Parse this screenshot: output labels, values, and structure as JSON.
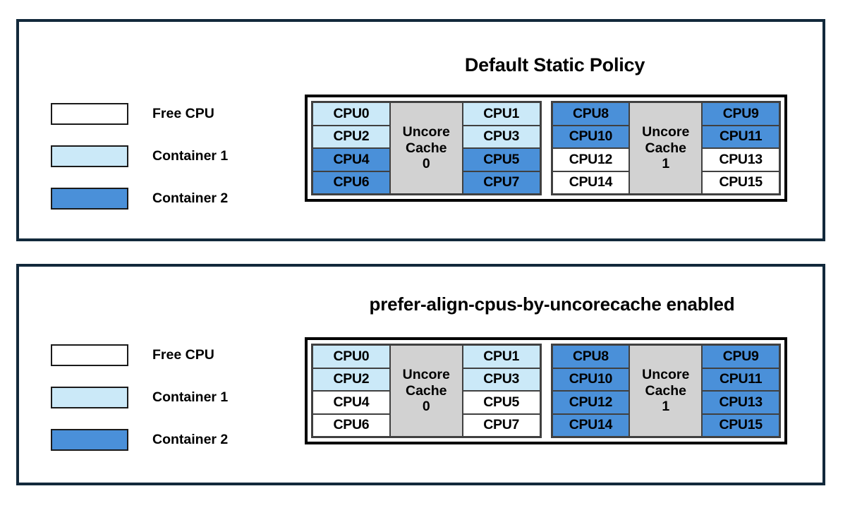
{
  "colors": {
    "panel_border": "#12293b",
    "free_cpu": "#ffffff",
    "container_1": "#cbe9f8",
    "container_2": "#4a90d9",
    "uncore_cache": "#d2d2d2",
    "cell_border": "#404040",
    "frame_border": "#000000"
  },
  "panels": [
    {
      "title": "Default Static Policy",
      "legend": [
        {
          "label": "Free CPU",
          "state": "free"
        },
        {
          "label": "Container 1",
          "state": "c1"
        },
        {
          "label": "Container 2",
          "state": "c2"
        }
      ],
      "cache_groups": [
        {
          "cache_label_line1": "Uncore",
          "cache_label_line2": "Cache",
          "cache_label_line3": "0",
          "left_column": [
            {
              "label": "CPU0",
              "state": "c1"
            },
            {
              "label": "CPU2",
              "state": "c1"
            },
            {
              "label": "CPU4",
              "state": "c2"
            },
            {
              "label": "CPU6",
              "state": "c2"
            }
          ],
          "right_column": [
            {
              "label": "CPU1",
              "state": "c1"
            },
            {
              "label": "CPU3",
              "state": "c1"
            },
            {
              "label": "CPU5",
              "state": "c2"
            },
            {
              "label": "CPU7",
              "state": "c2"
            }
          ]
        },
        {
          "cache_label_line1": "Uncore",
          "cache_label_line2": "Cache",
          "cache_label_line3": "1",
          "left_column": [
            {
              "label": "CPU8",
              "state": "c2"
            },
            {
              "label": "CPU10",
              "state": "c2"
            },
            {
              "label": "CPU12",
              "state": "free"
            },
            {
              "label": "CPU14",
              "state": "free"
            }
          ],
          "right_column": [
            {
              "label": "CPU9",
              "state": "c2"
            },
            {
              "label": "CPU11",
              "state": "c2"
            },
            {
              "label": "CPU13",
              "state": "free"
            },
            {
              "label": "CPU15",
              "state": "free"
            }
          ]
        }
      ]
    },
    {
      "title": "prefer-align-cpus-by-uncorecache enabled",
      "legend": [
        {
          "label": "Free CPU",
          "state": "free"
        },
        {
          "label": "Container 1",
          "state": "c1"
        },
        {
          "label": "Container 2",
          "state": "c2"
        }
      ],
      "cache_groups": [
        {
          "cache_label_line1": "Uncore",
          "cache_label_line2": "Cache",
          "cache_label_line3": "0",
          "left_column": [
            {
              "label": "CPU0",
              "state": "c1"
            },
            {
              "label": "CPU2",
              "state": "c1"
            },
            {
              "label": "CPU4",
              "state": "free"
            },
            {
              "label": "CPU6",
              "state": "free"
            }
          ],
          "right_column": [
            {
              "label": "CPU1",
              "state": "c1"
            },
            {
              "label": "CPU3",
              "state": "c1"
            },
            {
              "label": "CPU5",
              "state": "free"
            },
            {
              "label": "CPU7",
              "state": "free"
            }
          ]
        },
        {
          "cache_label_line1": "Uncore",
          "cache_label_line2": "Cache",
          "cache_label_line3": "1",
          "left_column": [
            {
              "label": "CPU8",
              "state": "c2"
            },
            {
              "label": "CPU10",
              "state": "c2"
            },
            {
              "label": "CPU12",
              "state": "c2"
            },
            {
              "label": "CPU14",
              "state": "c2"
            }
          ],
          "right_column": [
            {
              "label": "CPU9",
              "state": "c2"
            },
            {
              "label": "CPU11",
              "state": "c2"
            },
            {
              "label": "CPU13",
              "state": "c2"
            },
            {
              "label": "CPU15",
              "state": "c2"
            }
          ]
        }
      ]
    }
  ]
}
